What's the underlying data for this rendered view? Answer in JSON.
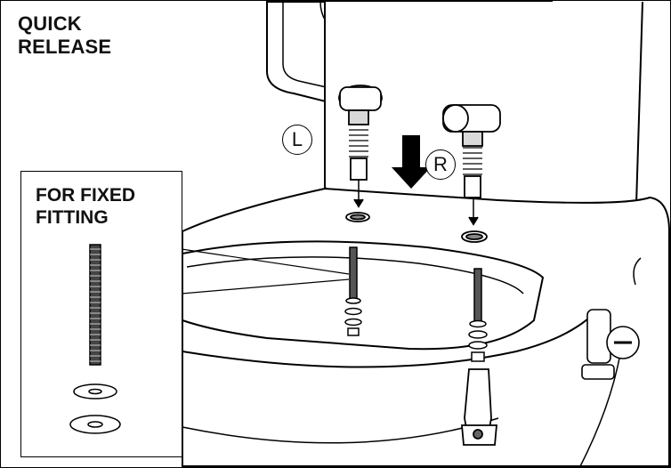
{
  "labels": {
    "quick_release": "QUICK\nRELEASE",
    "fixed_fitting": "FOR FIXED\nFITTING",
    "left_hinge": "L",
    "right_hinge": "R"
  },
  "icons": {
    "direction_arrow": "arrow-down-icon"
  },
  "colors": {
    "line": "#000000",
    "fill": "#ffffff",
    "shade": "#d9d9d9"
  }
}
